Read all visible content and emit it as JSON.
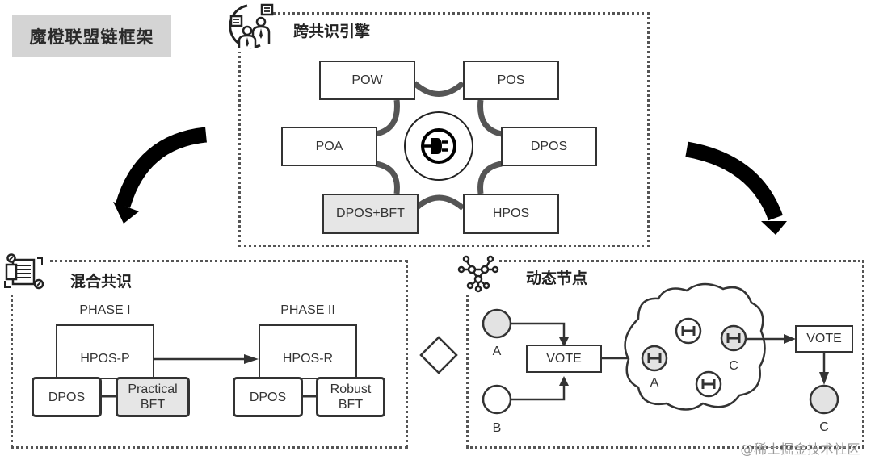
{
  "title": "魔橙联盟链框架",
  "engine": {
    "title": "跨共识引擎",
    "icon": "people-discussion-icon",
    "center_icon": "plug-icon",
    "nodes": [
      {
        "label": "POW",
        "highlight": false
      },
      {
        "label": "POS",
        "highlight": false
      },
      {
        "label": "POA",
        "highlight": false
      },
      {
        "label": "DPOS",
        "highlight": false
      },
      {
        "label": "DPOS+BFT",
        "highlight": true
      },
      {
        "label": "HPOS",
        "highlight": false
      }
    ]
  },
  "hybrid": {
    "title": "混合共识",
    "icon": "documents-sync-icon",
    "phases": [
      {
        "phase": "PHASE I",
        "main": "HPOS-P",
        "left": "DPOS",
        "right": "Practical\nBFT",
        "right_highlight": true
      },
      {
        "phase": "PHASE II",
        "main": "HPOS-R",
        "left": "DPOS",
        "right": "Robust\nBFT",
        "right_highlight": false
      }
    ]
  },
  "dynamic": {
    "title": "动态节点",
    "icon": "network-nodes-icon",
    "inputs": [
      {
        "label": "A",
        "filled": true
      },
      {
        "label": "B",
        "filled": false
      }
    ],
    "vote_label_1": "VOTE",
    "vote_label_2": "VOTE",
    "cloud_nodes": [
      {
        "label": "A",
        "filled": true
      },
      {
        "label": "",
        "filled": false
      },
      {
        "label": "C",
        "filled": true
      },
      {
        "label": "",
        "filled": false
      }
    ],
    "output": {
      "label": "C",
      "filled": true
    }
  },
  "watermark": "@稀土掘金技术社区",
  "colors": {
    "title_bg": "#d4d4d4",
    "highlight_fill": "#e6e6e6",
    "stroke": "#333333",
    "connector": "#555555"
  }
}
